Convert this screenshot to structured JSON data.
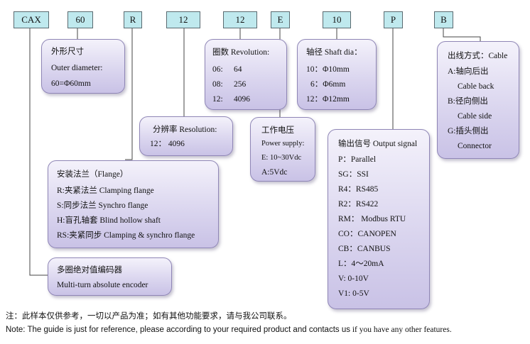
{
  "codes": {
    "series": "CAX",
    "diameter": "60",
    "flange": "R",
    "resolution": "12",
    "revolution": "12",
    "power": "E",
    "shaft": "10",
    "output": "P",
    "cable": "B"
  },
  "diameter": {
    "l1": "外形尺寸",
    "l2": "Outer diameter:",
    "l3": "60=Φ60mm"
  },
  "revolution": {
    "l1": "圈数 Revolution:",
    "r1a": "06:",
    "r1b": "64",
    "r2a": "08:",
    "r2b": "256",
    "r3a": "12:",
    "r3b": "4096"
  },
  "shaft": {
    "l1": "轴径 Shaft dia：",
    "r1": "10：Φ10mm",
    "r2": "6：Φ6mm",
    "r3": "12：Φ12mm"
  },
  "cable": {
    "l1": "出线方式：Cable",
    "l2": "A:轴向后出",
    "l3": "Cable back",
    "l4": "B:径向侧出",
    "l5": "Cable side",
    "l6": "G:插头侧出",
    "l7": "Connector"
  },
  "resolution": {
    "l1": "分辨率 Resolution:",
    "l2": "12：  4096"
  },
  "power": {
    "l1": "工作电压",
    "l2": "Power supply:",
    "l3": "E: 10~30Vdc",
    "l4": "A:5Vdc"
  },
  "output": {
    "l1": "输出信号 Output signal",
    "items": [
      "P：Parallel",
      "SG：SSI",
      "R4：RS485",
      "R2：RS422",
      "RM：   Modbus RTU",
      "CO：CANOPEN",
      "CB：CANBUS",
      "L：4～20mA",
      "V: 0-10V",
      "V1: 0-5V"
    ]
  },
  "flange": {
    "l1": "安装法兰（Flange）",
    "l2": "R:夹紧法兰 Clamping flange",
    "l3": "S:同步法兰 Synchro flange",
    "l4": "H:盲孔轴套 Blind hollow shaft",
    "l5": "RS:夹紧同步 Clamping & synchro flange"
  },
  "series": {
    "l1": "多圈绝对值编码器",
    "l2": "Multi-turn absolute encoder"
  },
  "notes": {
    "cn": "注：此样本仅供参考，一切以产品为准；如有其他功能要求，请与我公司联系。",
    "en1": "Note: The guide is just for reference, please according to your required product and contacts us",
    "en2": " if you have any other features."
  }
}
